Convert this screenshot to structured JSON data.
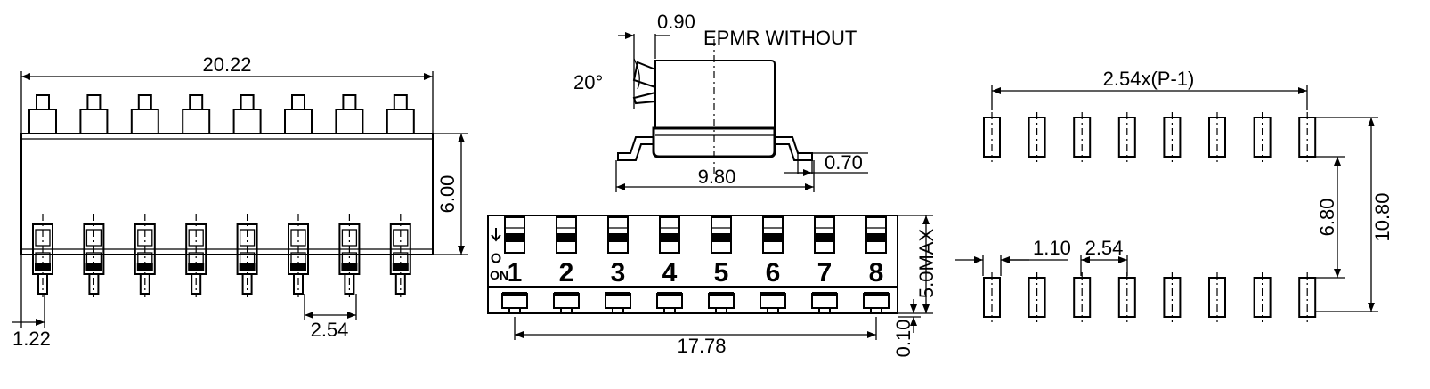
{
  "left_view": {
    "dim_width": "20.22",
    "dim_height": "6.00",
    "dim_pin_offset": "1.22",
    "dim_pitch": "2.54"
  },
  "side_view": {
    "dim_lead_thickness": "0.90",
    "note": "EPMR WITHOUT",
    "dim_angle": "20°",
    "dim_span": "9.80",
    "dim_lead_width": "0.70"
  },
  "front_view": {
    "switch_numbers": [
      "1",
      "2",
      "3",
      "4",
      "5",
      "6",
      "7",
      "8"
    ],
    "on_label": "ON",
    "dim_height": "5.0MAX",
    "dim_standoff": "0.10",
    "dim_span": "17.78"
  },
  "footprint": {
    "dim_row_length": "2.54x(P-1)",
    "dim_pad_width": "1.10",
    "dim_pitch": "2.54",
    "dim_inner": "6.80",
    "dim_outer": "10.80"
  }
}
